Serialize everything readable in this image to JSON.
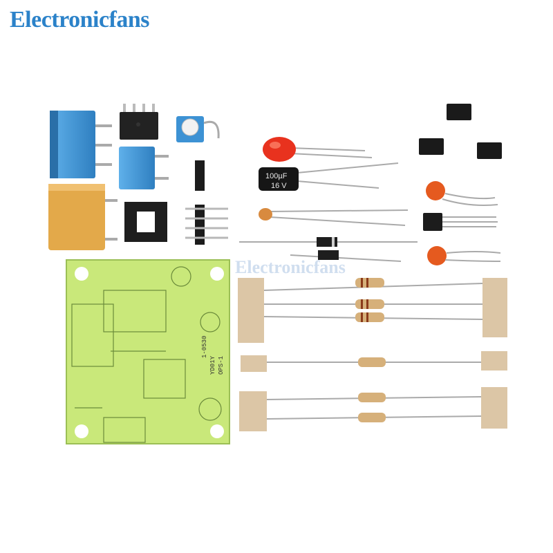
{
  "brand": {
    "logo_text": "Electronicfans",
    "watermark_text": "Electronicfans",
    "color": "#2b82c9"
  },
  "components": {
    "capacitor_label_value": "100µF",
    "capacitor_label_voltage": "16 V"
  },
  "pcb": {
    "label_top": "1-0530",
    "label_side": "YD01Y",
    "label_ops": "OPS-1",
    "color": "#c9e87a"
  },
  "colors": {
    "terminal_blue": "#3e9ad8",
    "relay_orange": "#e3a94a",
    "led_red": "#e8321e",
    "ceramic_orange": "#e55a1f",
    "tape_tan": "#dcc6a6",
    "resistor_body": "#d6b07a"
  }
}
